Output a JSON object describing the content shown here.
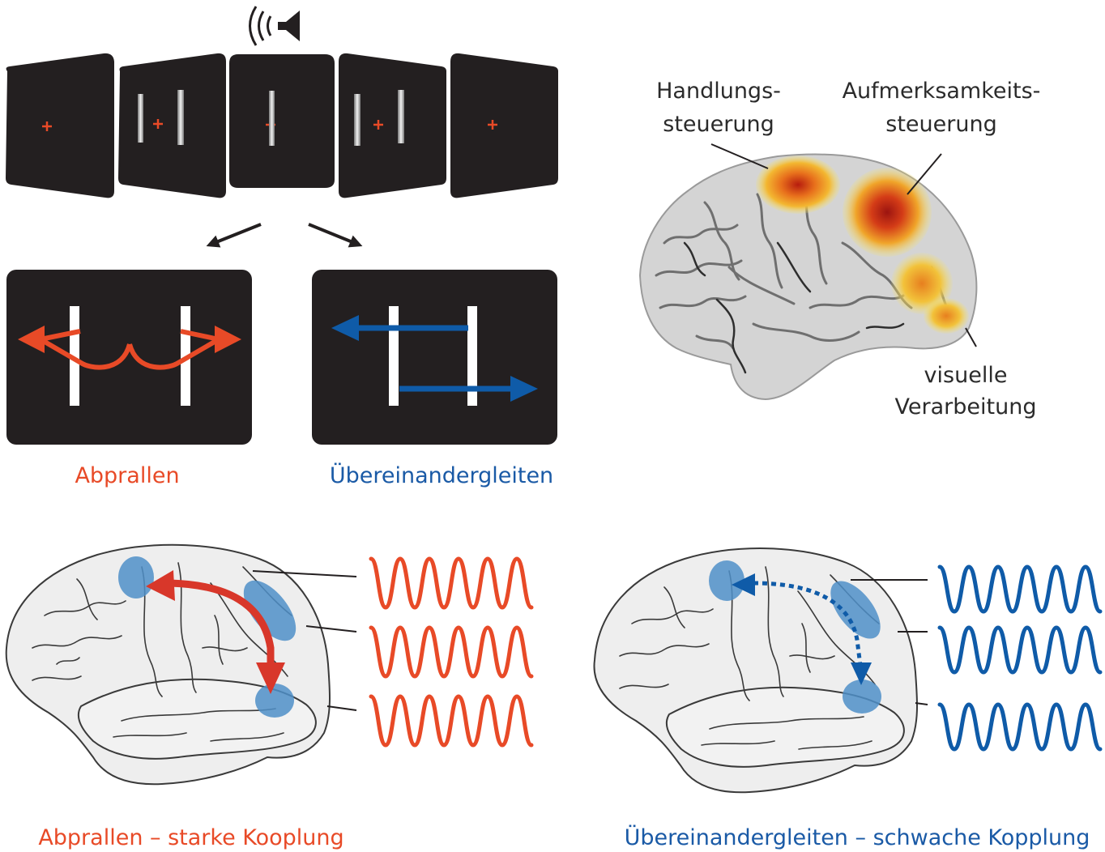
{
  "colors": {
    "screen": "#231f20",
    "red": "#e84a27",
    "blue": "#0f5ba8",
    "blob": "#4f8fc8",
    "brain_fill": "#eeeeee",
    "text_dark": "#2b2b2b"
  },
  "icons": {
    "sound": "speaker-icon"
  },
  "labels": {
    "abprallen": "Abprallen",
    "uebereinander": "Übereinandergleiten",
    "handlung_1": "Handlungs-",
    "handlung_2": "steuerung",
    "aufmerksam_1": "Aufmerksamkeits-",
    "aufmerksam_2": "steuerung",
    "visuell_1": "visuelle",
    "visuell_2": "Verarbeitung",
    "strong": "Abprallen – starke Kooplung",
    "weak": "Übereinandergleiten – schwache Kopplung"
  }
}
